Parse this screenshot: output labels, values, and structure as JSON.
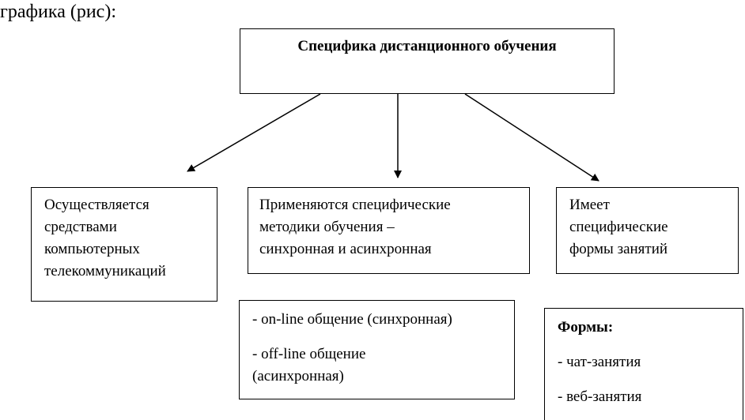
{
  "caption": "графика (рис):",
  "root": {
    "title": "Специфика дистанционного обучения"
  },
  "branches": [
    {
      "lines": [
        "Осуществляется",
        "средствами",
        "компьютерных",
        "телекоммуникаций"
      ]
    },
    {
      "lines": [
        "Применяются специфические",
        "методики обучения –",
        "синхронная и асинхронная"
      ]
    },
    {
      "lines": [
        "Имеет",
        "специфические",
        "формы занятий"
      ]
    }
  ],
  "methods_box": {
    "item1": "- on-line общение (синхронная)",
    "item2_line1": "- off-line общение",
    "item2_line2": "(асинхронная)"
  },
  "forms_box": {
    "heading": "Формы:",
    "items": [
      "- чат-занятия",
      "- веб-занятия"
    ]
  }
}
